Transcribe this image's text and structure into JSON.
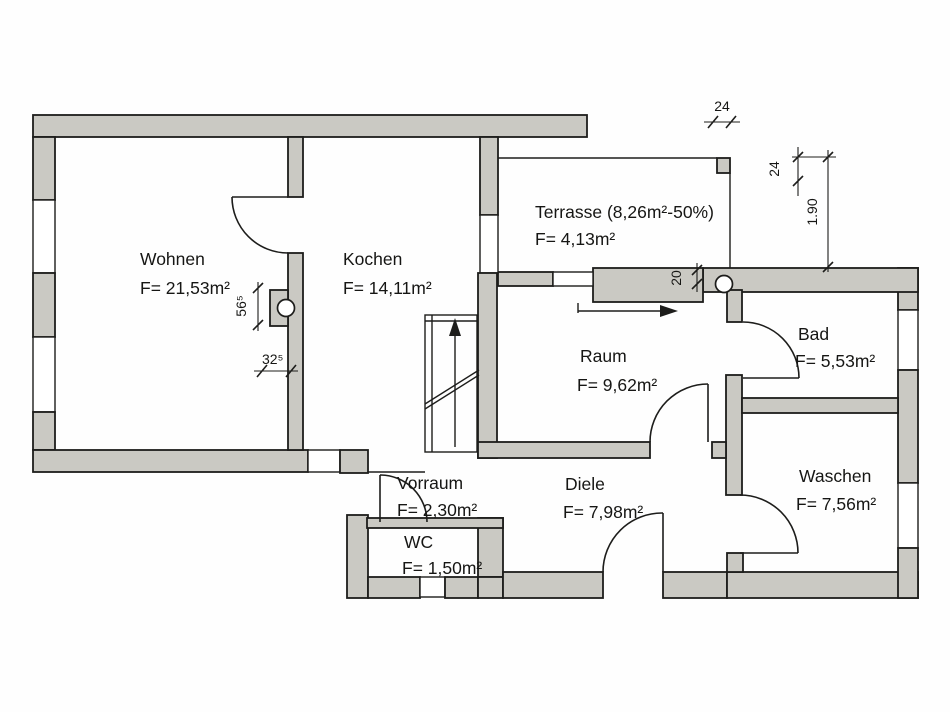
{
  "rooms": [
    {
      "id": "wohnen",
      "name": "Wohnen",
      "area": "F= 21,53m²"
    },
    {
      "id": "kochen",
      "name": "Kochen",
      "area": "F= 14,11m²"
    },
    {
      "id": "terrasse",
      "name": "Terrasse (8,26m²-50%)",
      "area": "F= 4,13m²"
    },
    {
      "id": "raum",
      "name": "Raum",
      "area": "F= 9,62m²"
    },
    {
      "id": "bad",
      "name": "Bad",
      "area": "F= 5,53m²"
    },
    {
      "id": "waschen",
      "name": "Waschen",
      "area": "F= 7,56m²"
    },
    {
      "id": "vorraum",
      "name": "Vorraum",
      "area": "F= 2,30m²"
    },
    {
      "id": "diele",
      "name": "Diele",
      "area": "F= 7,98m²"
    },
    {
      "id": "wc",
      "name": "WC",
      "area": "F= 1,50m²"
    }
  ],
  "dimensions": {
    "pillar_width": "24",
    "pillar_height": "24",
    "terrace_depth": "1.90",
    "wall_step": "20",
    "chimney_height": "56⁵",
    "chimney_width": "32⁵"
  },
  "colors": {
    "wall_fill": "#cac9c3",
    "line": "#1d1d1b",
    "paper": "#fefefe"
  }
}
